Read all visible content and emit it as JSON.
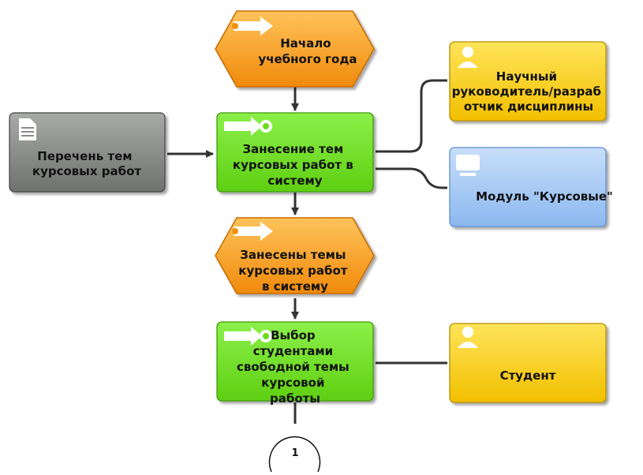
{
  "events": {
    "start": [
      "Начало",
      "учебного года"
    ],
    "entered": [
      "Занесены темы",
      "курсовых работ",
      "в систему"
    ]
  },
  "functions": {
    "enter_topics": [
      "Занесение тем",
      "курсовых работ в",
      "систему"
    ],
    "choose_topic": [
      "Выбор",
      "студентами",
      "свободной темы",
      "курсовой",
      "работы"
    ]
  },
  "document": {
    "list_topics": [
      "Перечень тем",
      "курсовых работ"
    ]
  },
  "roles": {
    "supervisor": [
      "Научный",
      "руководитель/разраб",
      "отчик дисциплины"
    ],
    "student": [
      "Студент"
    ]
  },
  "system": {
    "module": [
      "Модуль \"Курсовые\""
    ]
  },
  "connector": {
    "label": "1"
  },
  "colors": {
    "event": "#f79a1b",
    "function": "#72e01f",
    "role": "#f5c800",
    "system": "#9fc6f5",
    "document": "#8c8c8c",
    "line": "#333333"
  }
}
